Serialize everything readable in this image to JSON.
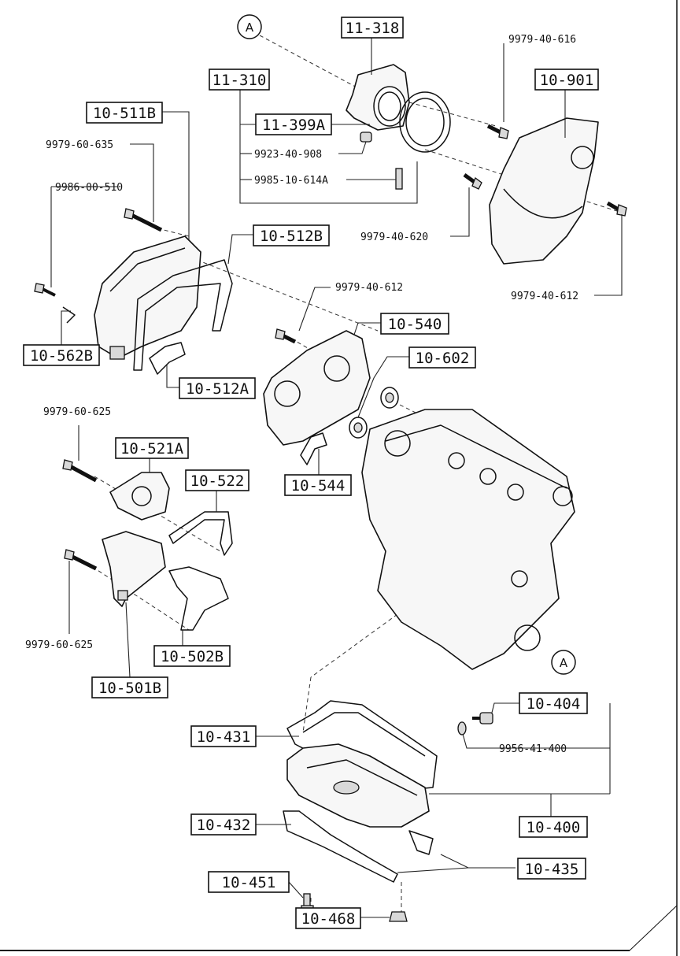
{
  "ref_markers": {
    "a_top": "A",
    "a_bottom": "A"
  },
  "boxed_parts": {
    "p11_318": "11-318",
    "p11_310": "11-310",
    "p11_399A": "11-399A",
    "p10_901": "10-901",
    "p10_511B": "10-511B",
    "p10_512B": "10-512B",
    "p10_540": "10-540",
    "p10_602": "10-602",
    "p10_562B": "10-562B",
    "p10_512A": "10-512A",
    "p10_521A": "10-521A",
    "p10_522": "10-522",
    "p10_544": "10-544",
    "p10_502B": "10-502B",
    "p10_501B": "10-501B",
    "p10_404": "10-404",
    "p10_431": "10-431",
    "p10_432": "10-432",
    "p10_400": "10-400",
    "p10_435": "10-435",
    "p10_451": "10-451",
    "p10_468": "10-468"
  },
  "plain_parts": {
    "n9979_40_616": "9979-40-616",
    "n9979_60_635": "9979-60-635",
    "n9923_40_908": "9923-40-908",
    "n9986_00_510": "9986-00-510",
    "n9985_10_614A": "9985-10-614A",
    "n9979_40_620": "9979-40-620",
    "n9979_40_612_right": "9979-40-612",
    "n9979_40_612_center": "9979-40-612",
    "n9979_60_625_top": "9979-60-625",
    "n9979_60_625_bottom": "9979-60-625",
    "n9956_41_400": "9956-41-400"
  }
}
